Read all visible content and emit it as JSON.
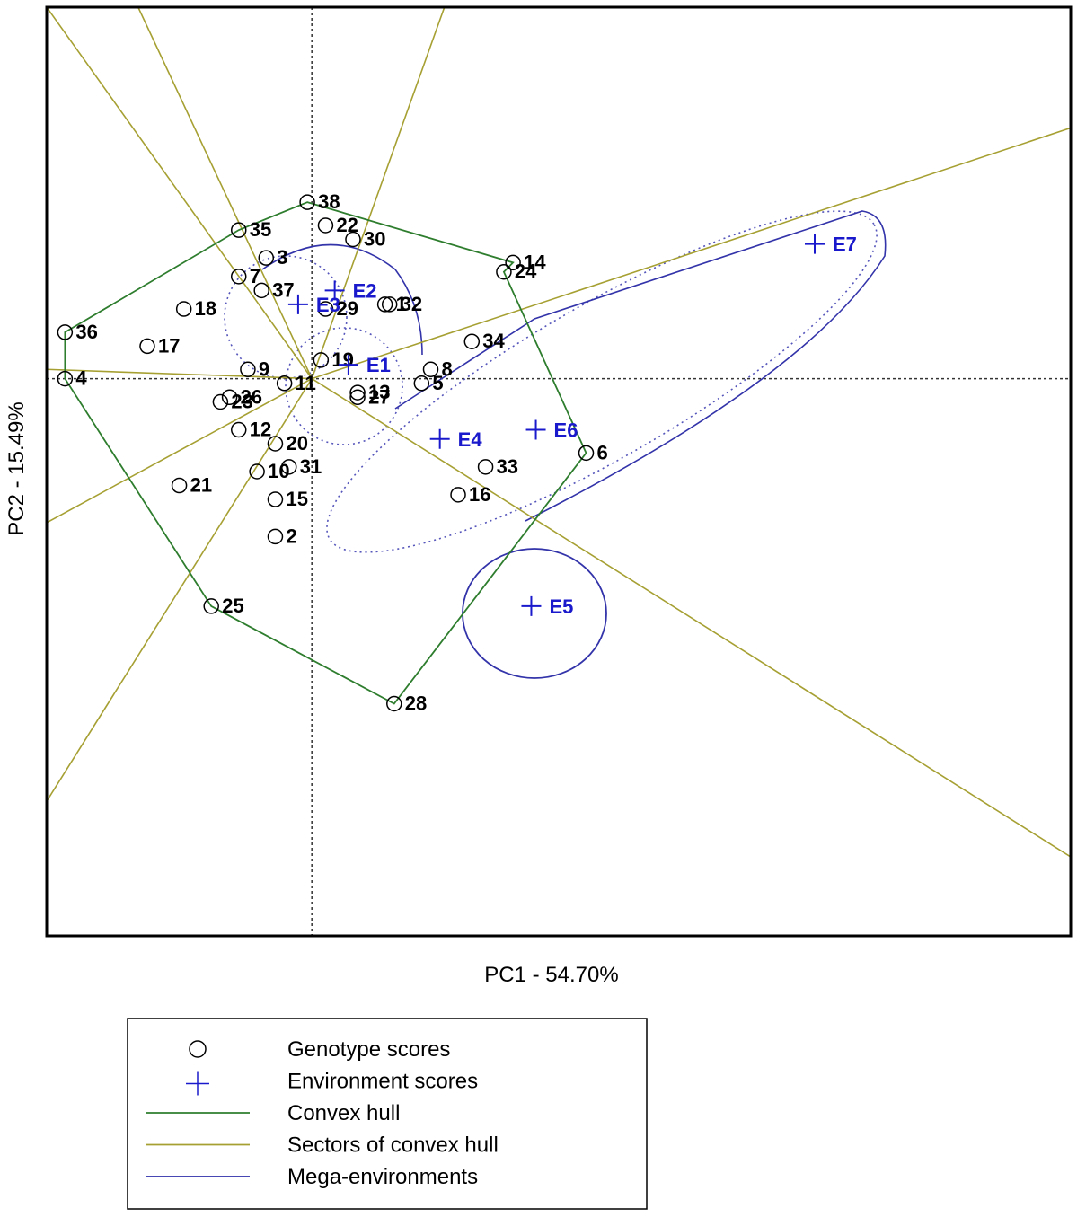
{
  "chart_data": {
    "type": "scatter",
    "title": "",
    "xlabel": "PC1 - 54.70%",
    "ylabel": "PC2 - 15.49%",
    "xlim": [
      -2.9,
      8.3
    ],
    "ylim": [
      -6.0,
      4.0
    ],
    "grid": false,
    "reference_lines": {
      "x": 0,
      "y": 0
    },
    "genotypes": [
      {
        "name": "1",
        "x": 0.8,
        "y": 0.8
      },
      {
        "name": "2",
        "x": -0.4,
        "y": -1.7
      },
      {
        "name": "3",
        "x": -0.5,
        "y": 1.3
      },
      {
        "name": "4",
        "x": -2.7,
        "y": 0.0
      },
      {
        "name": "5",
        "x": 1.2,
        "y": -0.05
      },
      {
        "name": "6",
        "x": 3.0,
        "y": -0.8
      },
      {
        "name": "7",
        "x": -0.8,
        "y": 1.1
      },
      {
        "name": "8",
        "x": 1.3,
        "y": 0.1
      },
      {
        "name": "9",
        "x": -0.7,
        "y": 0.1
      },
      {
        "name": "10",
        "x": -0.6,
        "y": -1.0
      },
      {
        "name": "11",
        "x": -0.3,
        "y": -0.05
      },
      {
        "name": "12",
        "x": -0.8,
        "y": -0.55
      },
      {
        "name": "13",
        "x": 0.5,
        "y": -0.15
      },
      {
        "name": "14",
        "x": 2.2,
        "y": 1.25
      },
      {
        "name": "15",
        "x": -0.4,
        "y": -1.3
      },
      {
        "name": "16",
        "x": 1.6,
        "y": -1.25
      },
      {
        "name": "17",
        "x": -1.8,
        "y": 0.35
      },
      {
        "name": "18",
        "x": -1.4,
        "y": 0.75
      },
      {
        "name": "19",
        "x": 0.1,
        "y": 0.2
      },
      {
        "name": "20",
        "x": -0.4,
        "y": -0.7
      },
      {
        "name": "21",
        "x": -1.45,
        "y": -1.15
      },
      {
        "name": "22",
        "x": 0.15,
        "y": 1.65
      },
      {
        "name": "23",
        "x": -1.0,
        "y": -0.25
      },
      {
        "name": "24",
        "x": 2.1,
        "y": 1.15
      },
      {
        "name": "25",
        "x": -1.1,
        "y": -2.45
      },
      {
        "name": "26",
        "x": -0.9,
        "y": -0.2
      },
      {
        "name": "27",
        "x": 0.5,
        "y": -0.2
      },
      {
        "name": "28",
        "x": 0.9,
        "y": -3.5
      },
      {
        "name": "29",
        "x": 0.15,
        "y": 0.75
      },
      {
        "name": "30",
        "x": 0.45,
        "y": 1.5
      },
      {
        "name": "31",
        "x": -0.25,
        "y": -0.95
      },
      {
        "name": "32",
        "x": 0.85,
        "y": 0.8
      },
      {
        "name": "33",
        "x": 1.9,
        "y": -0.95
      },
      {
        "name": "34",
        "x": 1.75,
        "y": 0.4
      },
      {
        "name": "35",
        "x": -0.8,
        "y": 1.6
      },
      {
        "name": "36",
        "x": -2.7,
        "y": 0.5
      },
      {
        "name": "37",
        "x": -0.55,
        "y": 0.95
      },
      {
        "name": "38",
        "x": -0.05,
        "y": 1.9
      }
    ],
    "environments": [
      {
        "name": "E1",
        "x": 0.4,
        "y": 0.15
      },
      {
        "name": "E2",
        "x": 0.25,
        "y": 0.95
      },
      {
        "name": "E3",
        "x": -0.15,
        "y": 0.8
      },
      {
        "name": "E4",
        "x": 1.4,
        "y": -0.65
      },
      {
        "name": "E5",
        "x": 2.4,
        "y": -2.45
      },
      {
        "name": "E6",
        "x": 2.45,
        "y": -0.55
      },
      {
        "name": "E7",
        "x": 5.5,
        "y": 1.45
      }
    ],
    "convex_hull": [
      "38",
      "14",
      "24",
      "6",
      "28",
      "25",
      "4",
      "36",
      "35"
    ],
    "sector_lines": [
      {
        "to_x": -2.9,
        "to_y": 4.0
      },
      {
        "to_x": -1.9,
        "to_y": 4.0
      },
      {
        "to_x": 1.45,
        "to_y": 4.0
      },
      {
        "to_x": 8.3,
        "to_y": 2.7
      },
      {
        "to_x": 8.3,
        "to_y": -5.15
      },
      {
        "to_x": -2.9,
        "to_y": 0.1
      },
      {
        "to_x": -2.9,
        "to_y": -1.55
      },
      {
        "to_x": -2.9,
        "to_y": -4.55
      }
    ],
    "legend": {
      "position": "bottom",
      "entries": [
        {
          "label": "Genotype scores",
          "symbol": "circle",
          "color": "#000000"
        },
        {
          "label": "Environment scores",
          "symbol": "plus",
          "color": "#1a1acc"
        },
        {
          "label": "Convex hull",
          "symbol": "line",
          "color": "#2e7d2e"
        },
        {
          "label": "Sectors of convex hull",
          "symbol": "line",
          "color": "#a6a033"
        },
        {
          "label": "Mega-environments",
          "symbol": "line",
          "color": "#2e2eaa"
        }
      ]
    },
    "colors": {
      "genotype": "#000000",
      "environment": "#1a1acc",
      "hull": "#2e7d2e",
      "sector": "#a6a033",
      "mega": "#2e2eaa"
    }
  }
}
